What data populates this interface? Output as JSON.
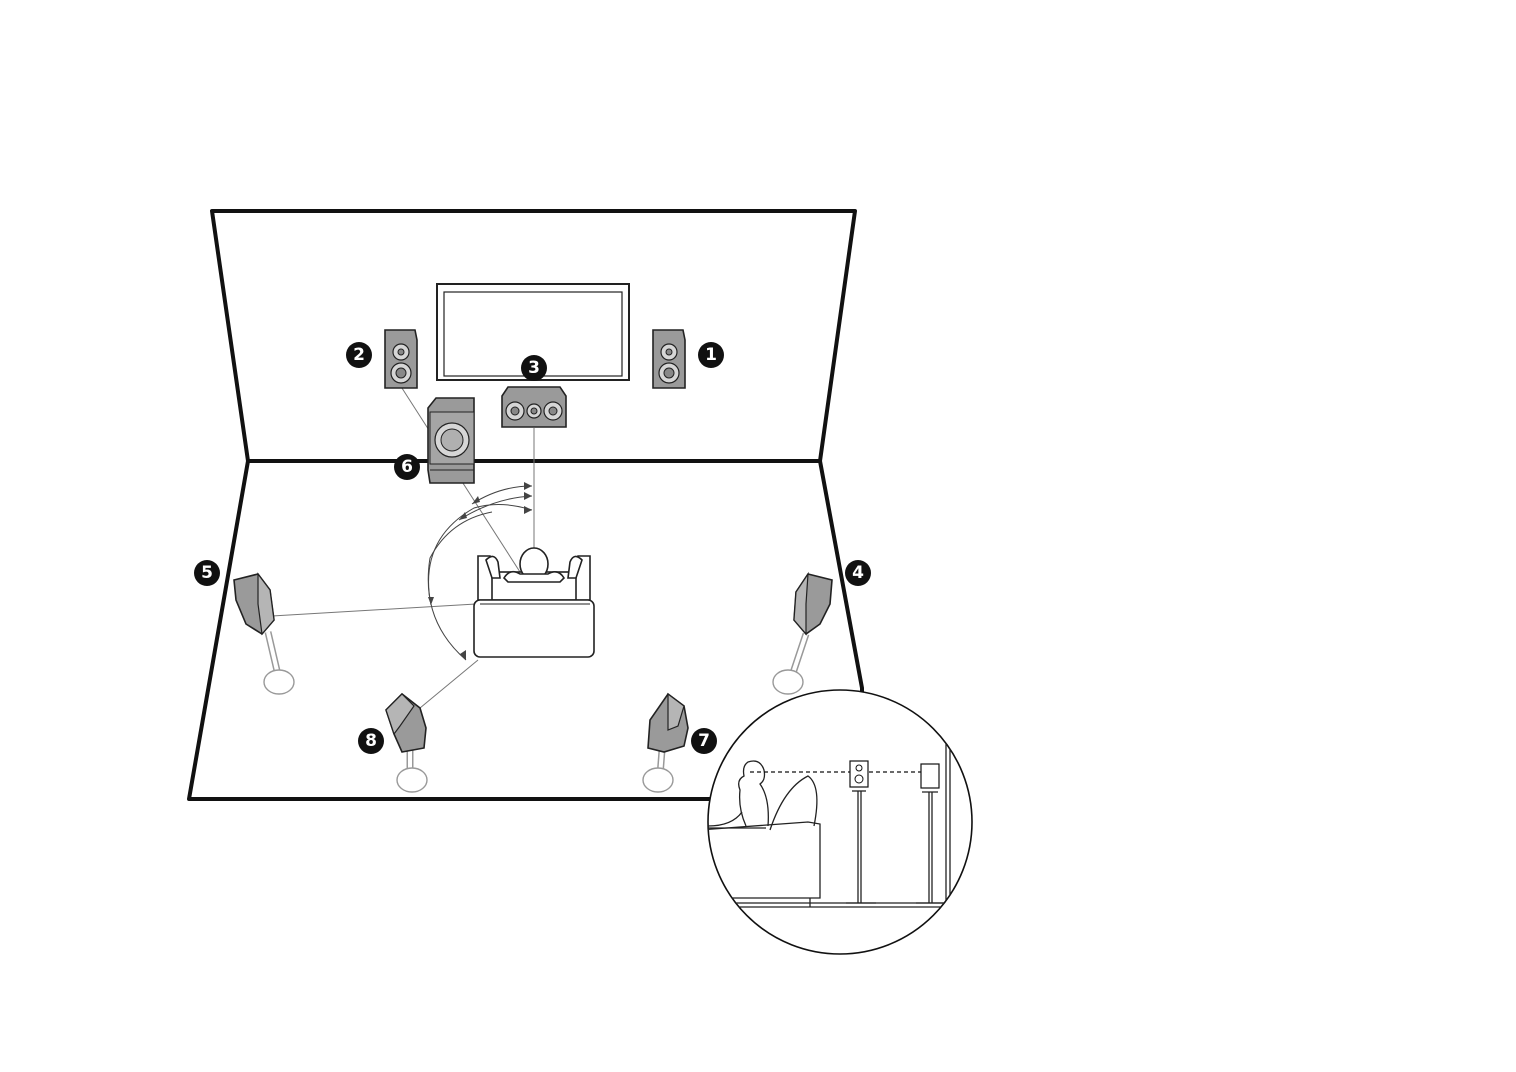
{
  "diagram": {
    "speaker_labels": [
      {
        "id": "front-right",
        "number": "1"
      },
      {
        "id": "front-left",
        "number": "2"
      },
      {
        "id": "center",
        "number": "3"
      },
      {
        "id": "surround-right",
        "number": "4"
      },
      {
        "id": "surround-left",
        "number": "5"
      },
      {
        "id": "subwoofer",
        "number": "6"
      },
      {
        "id": "surround-back-right",
        "number": "7"
      },
      {
        "id": "surround-back-left",
        "number": "8"
      }
    ],
    "colors": {
      "outline": "#111111",
      "speaker_fill": "#9a9a9a",
      "stand_outline": "#999999",
      "badge_fill": "#111111",
      "badge_text": "#ffffff"
    }
  }
}
